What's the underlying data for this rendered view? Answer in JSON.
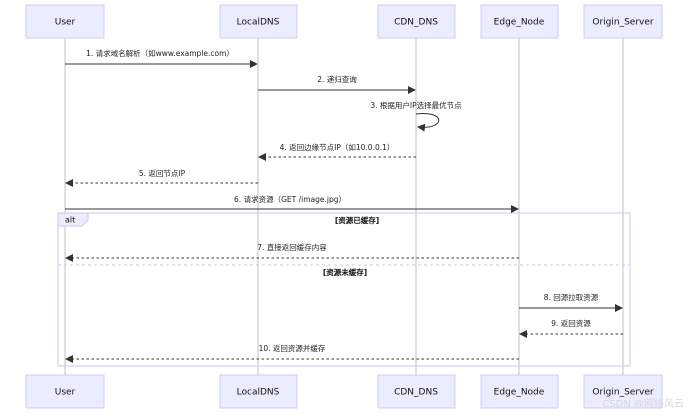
{
  "actors": [
    {
      "id": "user",
      "label": "User"
    },
    {
      "id": "localdns",
      "label": "LocalDNS"
    },
    {
      "id": "cdn_dns",
      "label": "CDN_DNS"
    },
    {
      "id": "edge",
      "label": "Edge_Node"
    },
    {
      "id": "origin",
      "label": "Origin_Server"
    }
  ],
  "messages": [
    {
      "from": "user",
      "to": "localdns",
      "style": "solid",
      "label": "1. 请求域名解析（如www.example.com）"
    },
    {
      "from": "localdns",
      "to": "cdn_dns",
      "style": "solid",
      "label": "2. 递归查询"
    },
    {
      "from": "cdn_dns",
      "to": "cdn_dns",
      "style": "solid",
      "label": "3. 根据用户IP选择最优节点",
      "self": true
    },
    {
      "from": "cdn_dns",
      "to": "localdns",
      "style": "dotted",
      "label": "4. 返回边缘节点IP（如10.0.0.1）"
    },
    {
      "from": "localdns",
      "to": "user",
      "style": "dotted",
      "label": "5. 返回节点IP"
    },
    {
      "from": "user",
      "to": "edge",
      "style": "solid",
      "label": "6. 请求资源（GET /image.jpg）"
    },
    {
      "from": "edge",
      "to": "user",
      "style": "dotted",
      "label": "7. 直接返回缓存内容"
    },
    {
      "from": "edge",
      "to": "origin",
      "style": "solid",
      "label": "8. 回源拉取资源"
    },
    {
      "from": "origin",
      "to": "edge",
      "style": "dotted",
      "label": "9. 返回资源"
    },
    {
      "from": "edge",
      "to": "user",
      "style": "dotted",
      "label": "10. 返回资源并缓存"
    }
  ],
  "alt": {
    "label": "alt",
    "condition_1": "[资源已缓存]",
    "condition_2": "[资源未缓存]"
  },
  "watermark": "CSDN @网络风云",
  "colors": {
    "actor_fill": "#ECECFF",
    "actor_stroke": "#CCCCFF",
    "line": "#333333"
  }
}
